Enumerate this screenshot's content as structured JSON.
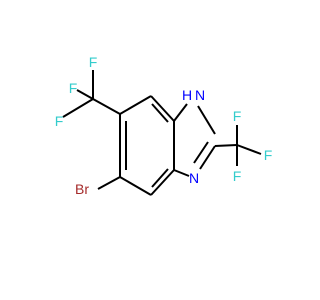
{
  "molecule": {
    "atoms": {
      "br": {
        "symbol": "Br",
        "color": "#a52a2a"
      },
      "nh": {
        "symbol": "N",
        "hydrogen": "H",
        "color": "#0000ff"
      },
      "n": {
        "symbol": "N",
        "color": "#0000ff"
      },
      "f_left_top": {
        "symbol": "F",
        "color": "#33cccc"
      },
      "f_left_right": {
        "symbol": "F",
        "color": "#33cccc"
      },
      "f_left_bottom": {
        "symbol": "F",
        "color": "#33cccc"
      },
      "f_right_top": {
        "symbol": "F",
        "color": "#33cccc"
      },
      "f_right_right": {
        "symbol": "F",
        "color": "#33cccc"
      },
      "f_right_bottom": {
        "symbol": "F",
        "color": "#33cccc"
      }
    },
    "bond_color": "#000000"
  }
}
